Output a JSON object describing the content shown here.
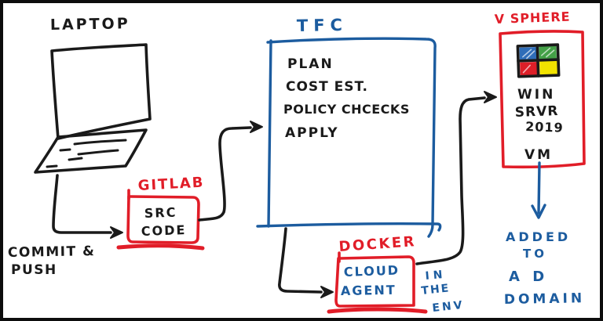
{
  "colors": {
    "red": "#e11d28",
    "blue": "#1c5c9f",
    "black": "#1a1a1a",
    "logo_blue": "#2f6db8",
    "logo_green": "#44a047",
    "logo_red": "#dd1f28",
    "logo_yellow": "#f2e300"
  },
  "laptop": {
    "label": "LAPTOP"
  },
  "commit_note": {
    "line1": "COMMIT &",
    "line2": "PUSH"
  },
  "gitlab": {
    "title": "GITLAB",
    "lines": [
      "SRC",
      "CODE"
    ]
  },
  "tfc": {
    "title": "TFC",
    "steps": [
      "PLAN",
      "COST EST.",
      "POLICY CHCECKS",
      "APPLY"
    ]
  },
  "docker": {
    "title": "DOCKER",
    "lines": [
      "CLOUD",
      "AGENT"
    ]
  },
  "env_note": {
    "lines": [
      "IN",
      "THE",
      "ENV"
    ]
  },
  "vsphere": {
    "title": "V SPHERE",
    "icon": "windows-logo",
    "vm_lines": [
      "WIN",
      "SRVR",
      "2019",
      "VM"
    ]
  },
  "ad_note": {
    "lines": [
      "ADDED",
      "TO",
      "A D",
      "DOMAIN"
    ]
  }
}
